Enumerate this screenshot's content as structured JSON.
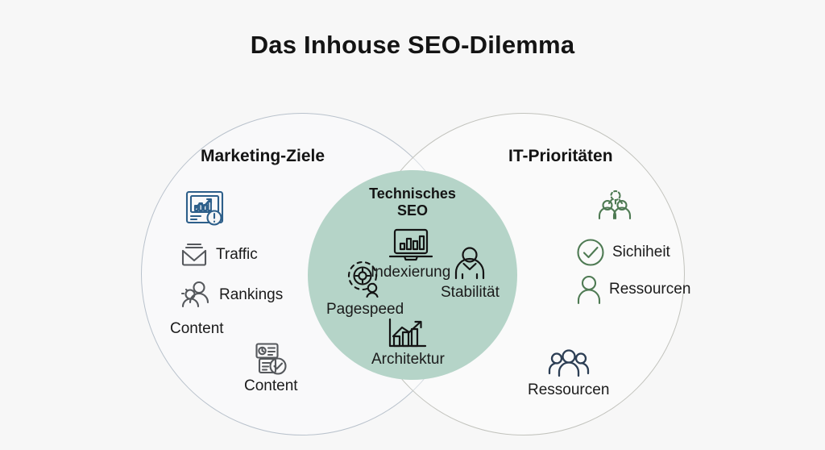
{
  "page": {
    "title": "Das Inhouse SEO-Dilemma",
    "background_color": "#f7f7f7"
  },
  "colors": {
    "title_text": "#141414",
    "center_circle_fill": "#b5d4c8",
    "left_circle_stroke": "#b9c2cc",
    "right_circle_stroke": "#c2c3bd",
    "icon_blue": "#2d5f8a",
    "icon_gray": "#55585c",
    "icon_green": "#4e7a53",
    "icon_navy": "#2c3e54",
    "icon_black": "#141414"
  },
  "diagram": {
    "type": "venn",
    "circles": [
      {
        "id": "left",
        "heading": "Marketing-Ziele",
        "items": [
          {
            "label": "",
            "icon": "analytics-dashboard-icon",
            "icon_color": "#2d5f8a"
          },
          {
            "label": "Traffic",
            "icon": "inbox-download-icon",
            "icon_color": "#55585c"
          },
          {
            "label": "Rankings",
            "icon": "two-persons-icon",
            "icon_color": "#55585c"
          },
          {
            "label": "Content",
            "icon": "",
            "icon_color": ""
          },
          {
            "label": "Content",
            "icon": "checklist-approved-icon",
            "icon_color": "#55585c"
          }
        ]
      },
      {
        "id": "center",
        "heading": "Technisches\nSEO",
        "items": [
          {
            "label": "Indexierung",
            "icon": "laptop-chart-icon",
            "icon_color": "#141414"
          },
          {
            "label": "Pagespeed",
            "icon": "dashed-gear-person-icon",
            "icon_color": "#141414"
          },
          {
            "label": "Stabilität",
            "icon": "person-icon",
            "icon_color": "#141414"
          },
          {
            "label": "Architektur",
            "icon": "bar-chart-arrow-icon",
            "icon_color": "#141414"
          }
        ]
      },
      {
        "id": "right",
        "heading": "IT-Prioritäten",
        "items": [
          {
            "label": "",
            "icon": "two-persons-idea-icon",
            "icon_color": "#4e7a53"
          },
          {
            "label": "Sichiheit",
            "icon": "check-circle-icon",
            "icon_color": "#4e7a53"
          },
          {
            "label": "Ressourcen",
            "icon": "person-icon",
            "icon_color": "#4e7a53"
          },
          {
            "label": "Ressourcen",
            "icon": "three-persons-group-icon",
            "icon_color": "#2c3e54"
          }
        ]
      }
    ]
  }
}
